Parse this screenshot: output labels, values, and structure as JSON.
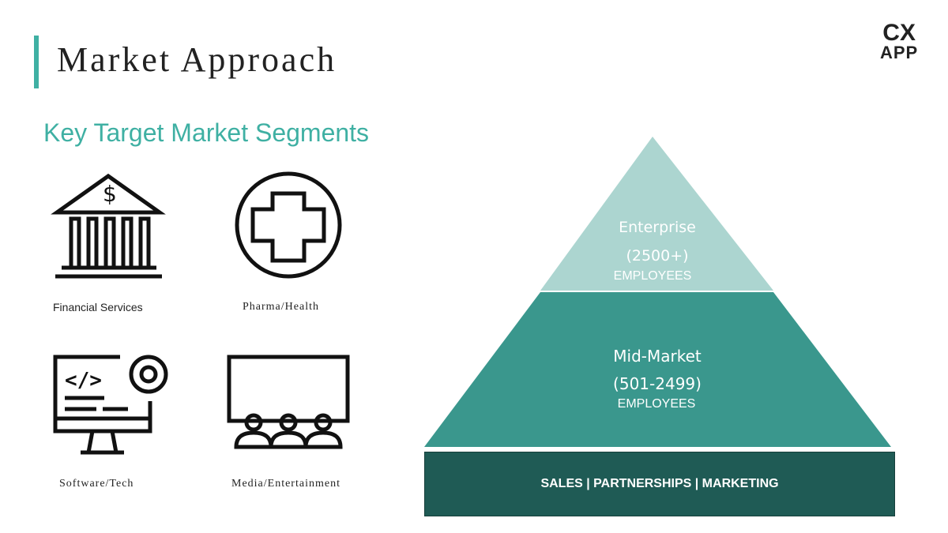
{
  "title": "Market Approach",
  "logo": {
    "line1": "CX",
    "line2": "APP"
  },
  "subtitle": "Key Target Market Segments",
  "segments": [
    {
      "label": "Financial Services",
      "icon": "bank-icon"
    },
    {
      "label": "Pharma/Health",
      "icon": "medical-cross-icon"
    },
    {
      "label": "Software/Tech",
      "icon": "computer-code-gear-icon"
    },
    {
      "label": "Media/Entertainment",
      "icon": "audience-screen-icon"
    }
  ],
  "pyramid": {
    "top": {
      "name": "Enterprise",
      "range": "(2500+)",
      "unit": "EMPLOYEES",
      "color": "#acd5d0"
    },
    "middle": {
      "name": "Mid-Market",
      "range": "(501-2499)",
      "unit": "EMPLOYEES",
      "color": "#3a978d"
    },
    "base": {
      "label": "SALES | PARTNERSHIPS | MARKETING",
      "color": "#1f5b55"
    }
  },
  "colors": {
    "accent": "#3fb0a3"
  }
}
